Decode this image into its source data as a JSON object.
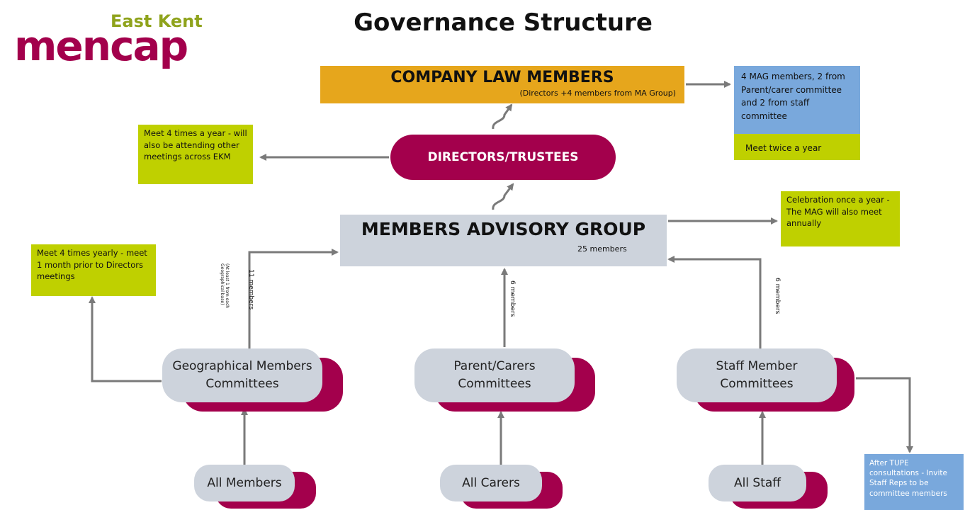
{
  "logo": {
    "brand": "mencap",
    "region": "East Kent"
  },
  "title": "Governance Structure",
  "company": {
    "title": "COMPANY LAW MEMBERS",
    "subtitle": "(Directors +4 members from MA Group)"
  },
  "directors": {
    "title": "DIRECTORS/TRUSTEES"
  },
  "mag": {
    "title": "MEMBERS ADVISORY GROUP",
    "count": "25 members"
  },
  "notes": {
    "mag_composition": "4 MAG members, 2 from Parent/carer committee and 2 from staff committee",
    "company_meet": "Meet twice a year",
    "directors_meet": "Meet 4 times a year - will also be attending other meetings across EKM",
    "celebration": "Celebration once a year  - The MAG will also meet annually",
    "geo_meet": "Meet 4 times yearly - meet 1 month prior to Directors meetings",
    "tupe": "After TUPE consultations - Invite Staff Reps to be committee members"
  },
  "committees": {
    "geo": "Geographical Members Committees",
    "parents": "Parent/Carers Committees",
    "staff": "Staff Member Committees"
  },
  "bases": {
    "members": "All Members",
    "carers": "All Carers",
    "staff": "All Staff"
  },
  "labels": {
    "geo_count": "11 members",
    "geo_note": "(At least 1 from each Geographical base)",
    "parents_count": "6 members",
    "staff_count": "6 members"
  },
  "colors": {
    "brand": "#a3004c",
    "green": "#bfd000",
    "orange": "#e6a61c",
    "blue": "#79a8dc",
    "grey": "#cdd3dc"
  }
}
